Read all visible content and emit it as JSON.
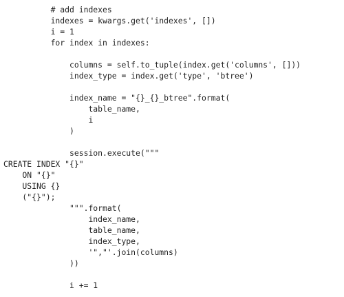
{
  "code": {
    "lines": [
      "          # add indexes",
      "          indexes = kwargs.get('indexes', [])",
      "          i = 1",
      "          for index in indexes:",
      "",
      "              columns = self.to_tuple(index.get('columns', []))",
      "              index_type = index.get('type', 'btree')",
      "",
      "              index_name = \"{}_{}_btree\".format(",
      "                  table_name,",
      "                  i",
      "              )",
      "",
      "              session.execute(\"\"\"",
      "CREATE INDEX \"{}\"",
      "    ON \"{}\"",
      "    USING {}",
      "    (\"{}\");",
      "",
      "              \"\"\".format(",
      "                  index_name,",
      "                  table_name,",
      "                  index_type,",
      "                  '\",\"'.join(columns)",
      "              ))",
      "",
      "              i += 1"
    ]
  }
}
